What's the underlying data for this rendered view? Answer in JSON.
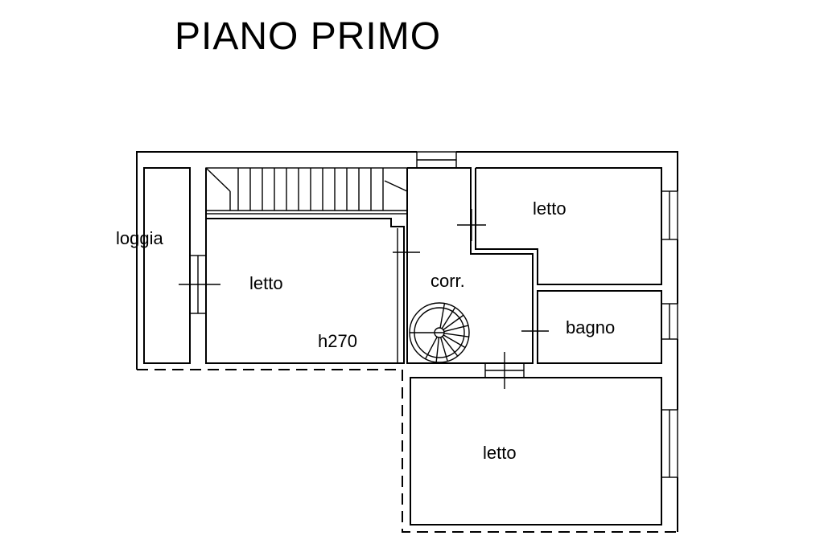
{
  "header": {
    "title": "PIANO PRIMO"
  },
  "rooms": {
    "loggia": "loggia",
    "letto_left": "letto",
    "height_note": "h270",
    "corridor": "corr.",
    "letto_top_right": "letto",
    "bagno": "bagno",
    "letto_bottom": "letto"
  },
  "colors": {
    "line": "#000000",
    "background": "#ffffff"
  },
  "icons": {
    "stair": "spiral-staircase-icon",
    "straight_stair": "straight-staircase-icon"
  }
}
